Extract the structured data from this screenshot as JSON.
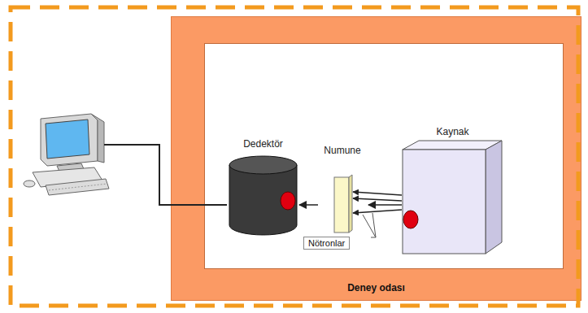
{
  "diagram": {
    "nodes": [
      {
        "text": [
          "Deney odası"
        ]
      },
      {
        "text": [
          "Dedektör"
        ],
        "in": 0
      },
      {
        "text": [
          "Numune"
        ],
        "in": 0
      },
      {
        "text": [
          "Nötronlar"
        ],
        "in": 0
      },
      {
        "text": [
          "Kaynak"
        ],
        "in": 0
      }
    ],
    "edges": [
      {
        "from": 4,
        "to": 2,
        "arrow": "to"
      },
      {
        "from": 2,
        "to": 1,
        "arrow": "to"
      }
    ]
  }
}
